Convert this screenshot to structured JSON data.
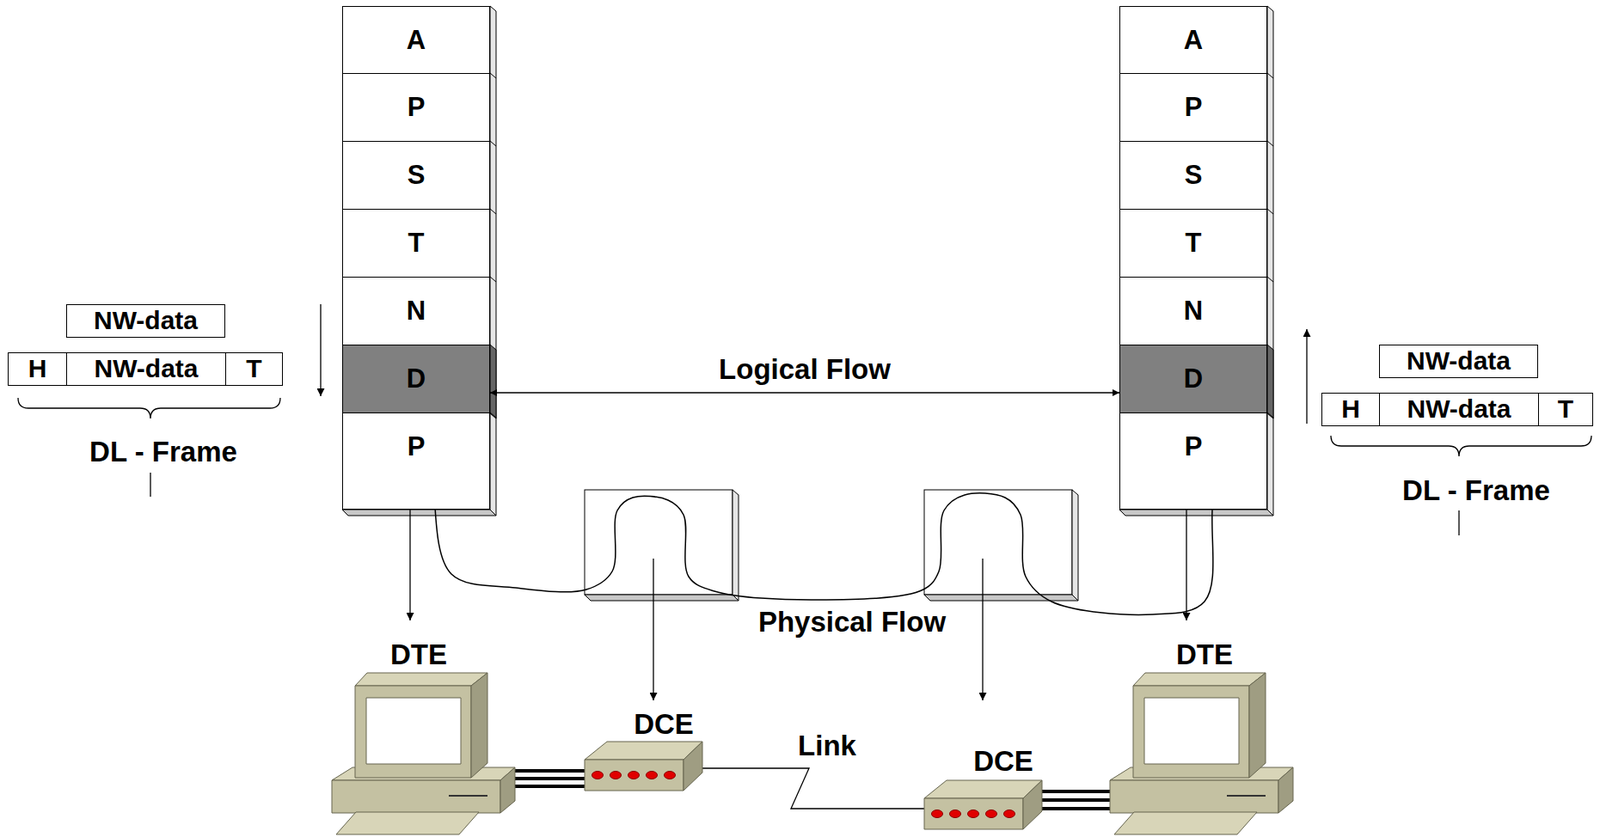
{
  "diagram": {
    "nodes": [
      {
        "text": [
          "NW-data"
        ]
      },
      {
        "text": [
          "H"
        ]
      },
      {
        "text": [
          "NW-data"
        ]
      },
      {
        "text": [
          "T"
        ]
      },
      {
        "text": [
          "A"
        ]
      },
      {
        "text": [
          "P"
        ]
      },
      {
        "text": [
          "S"
        ]
      },
      {
        "text": [
          "T"
        ]
      },
      {
        "text": [
          "N"
        ]
      },
      {
        "text": [
          "D"
        ]
      },
      {
        "text": [
          "P"
        ]
      },
      {
        "text": [
          "A"
        ]
      },
      {
        "text": [
          "P"
        ]
      },
      {
        "text": [
          "S"
        ]
      },
      {
        "text": [
          "T"
        ]
      },
      {
        "text": [
          "N"
        ]
      },
      {
        "text": [
          "D"
        ]
      },
      {
        "text": [
          "P"
        ]
      },
      {
        "text": [
          "NW-data"
        ]
      },
      {
        "text": [
          "H"
        ]
      },
      {
        "text": [
          "NW-data"
        ]
      },
      {
        "text": [
          "T"
        ]
      }
    ],
    "edges": [
      {
        "from": 9,
        "to": 16,
        "arrow": "both",
        "label": "Logical Flow"
      }
    ],
    "labels": [
      "DL - Frame",
      "DL - Frame",
      "Physical Flow",
      "DTE",
      "DCE",
      "Link",
      "DCE",
      "DTE"
    ]
  }
}
